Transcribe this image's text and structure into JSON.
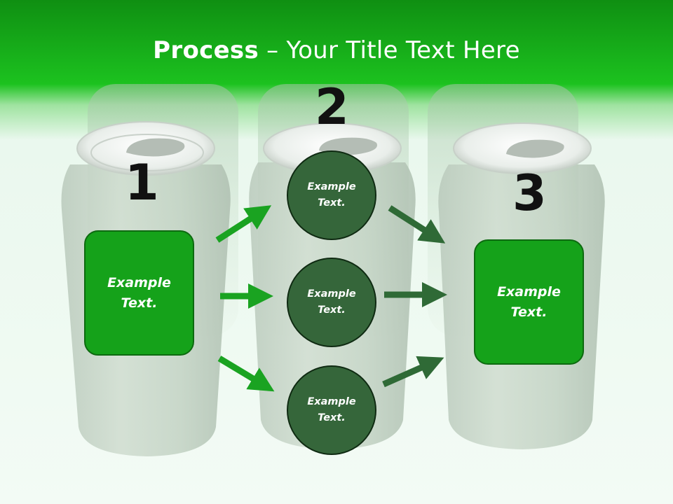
{
  "title": {
    "bold": "Process",
    "rest": " – Your Title Text Here"
  },
  "steps": [
    {
      "number": "1",
      "text": [
        "Example",
        "Text."
      ]
    },
    {
      "number": "2",
      "circles": [
        {
          "text": [
            "Example",
            "Text."
          ]
        },
        {
          "text": [
            "Example",
            "Text."
          ]
        },
        {
          "text": [
            "Example",
            "Text."
          ]
        }
      ]
    },
    {
      "number": "3",
      "text": [
        "Example",
        "Text."
      ]
    }
  ],
  "colors": {
    "header_green": "#1cc21f",
    "box_green": "#15a21a",
    "circle_green": "#35663a",
    "arrow_bright": "#1aa321",
    "arrow_dark": "#2f6a36"
  }
}
